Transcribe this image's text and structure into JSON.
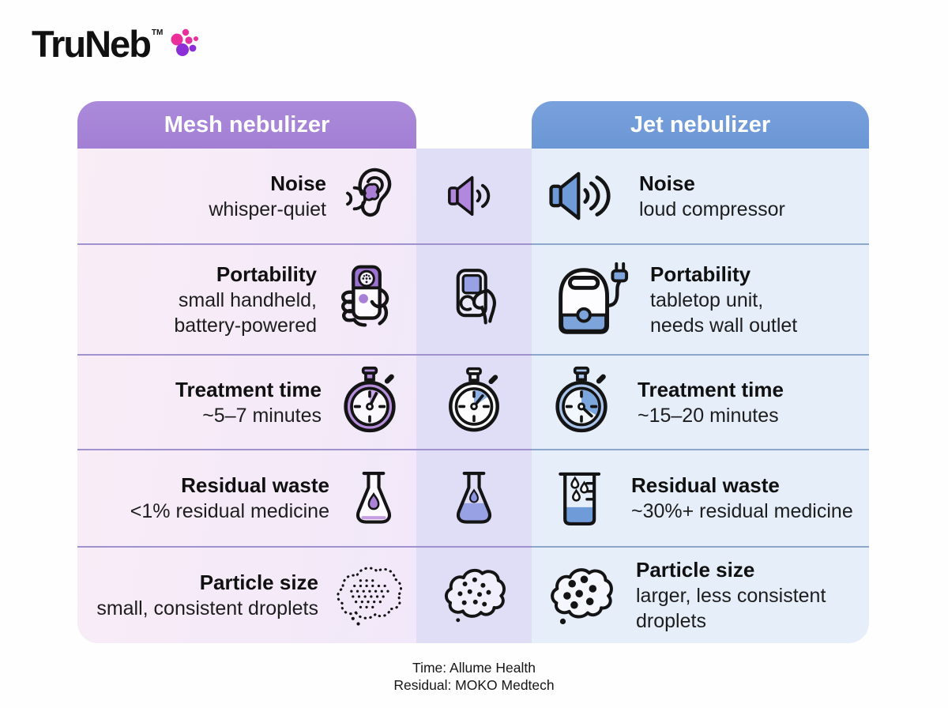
{
  "logo": {
    "text": "TruNeb",
    "tm": "TM"
  },
  "columns": {
    "mesh": {
      "label": "Mesh nebulizer",
      "header_color": "#a27fd4",
      "panel_color": "#f4eaf8"
    },
    "jet": {
      "label": "Jet nebulizer",
      "header_color": "#6b97d5",
      "panel_color": "#e6eefa"
    }
  },
  "middle_column_color": "#e0def6",
  "accent_colors": {
    "purple_icon": "#ab84d8",
    "blue_icon": "#6f9cd9",
    "periwinkle_icon": "#98a1e4",
    "logo_pink": "#ea2f9b",
    "logo_purple": "#8c2fd9"
  },
  "rows": [
    {
      "feature": "Noise",
      "mesh_value": "whisper-quiet",
      "jet_value": "loud compressor",
      "mesh_icon": "ear-sound-icon",
      "middle_icon": "speaker-medium-icon",
      "jet_icon": "speaker-loud-icon"
    },
    {
      "feature": "Portability",
      "mesh_value": "small handheld,\nbattery-powered",
      "jet_value": "tabletop unit,\nneeds wall outlet",
      "mesh_icon": "handheld-in-hand-icon",
      "middle_icon": "handheld-device-icon",
      "jet_icon": "tabletop-compressor-icon"
    },
    {
      "feature": "Treatment time",
      "mesh_value": "~5–7 minutes",
      "jet_value": "~15–20 minutes",
      "mesh_icon": "stopwatch-short-icon",
      "middle_icon": "stopwatch-medium-icon",
      "jet_icon": "stopwatch-long-icon"
    },
    {
      "feature": "Residual waste",
      "mesh_value": "<1% residual medicine",
      "jet_value": "~30%+ residual medicine",
      "mesh_icon": "flask-low-residue-icon",
      "middle_icon": "flask-partial-fill-icon",
      "jet_icon": "beaker-high-residue-icon"
    },
    {
      "feature": "Particle size",
      "mesh_value": "small, consistent droplets",
      "jet_value": "larger, less consistent\ndroplets",
      "mesh_icon": "fine-mist-cloud-icon",
      "middle_icon": "medium-droplet-cloud-icon",
      "jet_icon": "large-droplet-cloud-icon"
    }
  ],
  "footer": {
    "line1": "Time: Allume Health",
    "line2": "Residual: MOKO Medtech"
  }
}
